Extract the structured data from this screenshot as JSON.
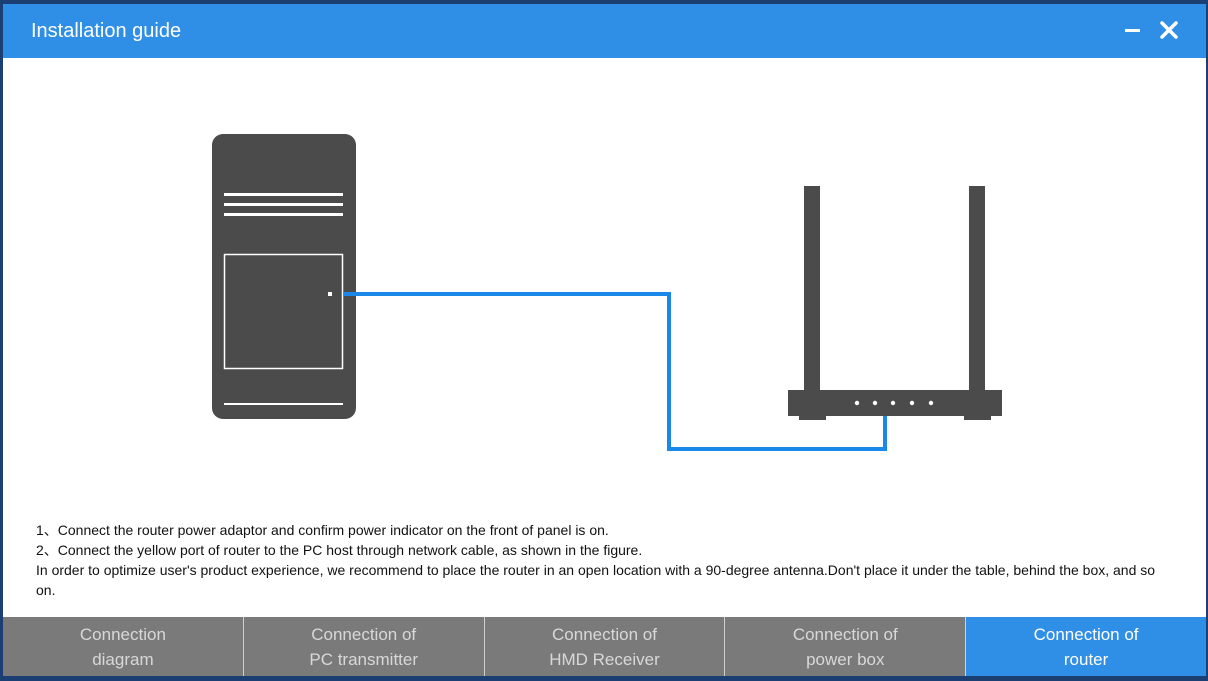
{
  "window": {
    "title": "Installation guide",
    "minimize_icon": "minimize-icon",
    "close_icon": "close-icon"
  },
  "diagram": {
    "devices": [
      "pc-tower-icon",
      "router-icon"
    ],
    "cable_color": "#1a88e8"
  },
  "instructions": [
    "1、Connect the router power adaptor and confirm power indicator on the front of panel is on.",
    "2、Connect the yellow port of router to the PC host through network cable, as shown in the figure.",
    "In order to optimize user's product experience, we recommend to place the router in an open location with a 90-degree antenna.Don't place it under the table, behind the box, and so on."
  ],
  "tabs": [
    {
      "line1": "Connection",
      "line2": "diagram",
      "active": false
    },
    {
      "line1": "Connection of",
      "line2": "PC transmitter",
      "active": false
    },
    {
      "line1": "Connection of",
      "line2": "HMD Receiver",
      "active": false
    },
    {
      "line1": "Connection of",
      "line2": "power box",
      "active": false
    },
    {
      "line1": "Connection of",
      "line2": "router",
      "active": true
    }
  ],
  "colors": {
    "accent": "#2f8ee5",
    "tab_inactive": "#7a7a7a",
    "device": "#4b4b4b"
  }
}
